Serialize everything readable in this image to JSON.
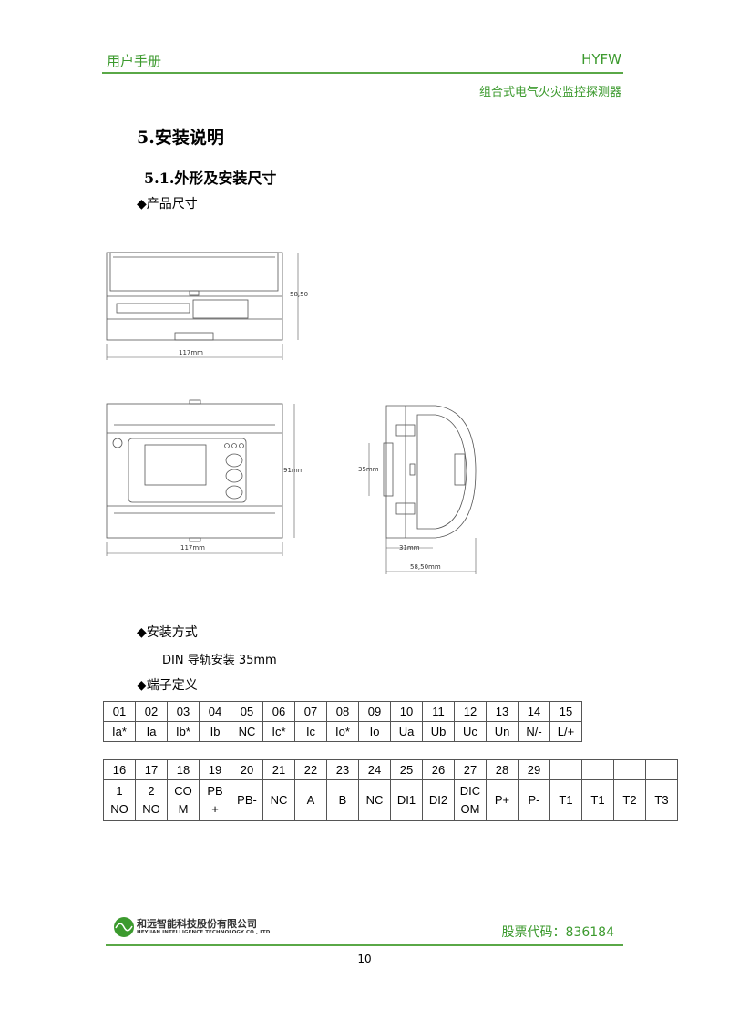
{
  "header": {
    "left": "用户手册",
    "right": "HYFW",
    "subtitle": "组合式电气火灾监控探测器"
  },
  "section": {
    "title": "5.安装说明",
    "subtitle": "5.1.外形及安装尺寸"
  },
  "bullets": {
    "size": "◆产品尺寸",
    "install": "◆安装方式",
    "terminals": "◆端子定义"
  },
  "install_method": "DIN 导轨安装  35mm",
  "drawings": {
    "top_height": "58,50",
    "top_width": "117mm",
    "front_height": "91mm",
    "front_width": "117mm",
    "din_rail": "35mm",
    "side_depth_1": "31mm",
    "side_depth_2": "58,50mm"
  },
  "terminal_table_1": {
    "numbers": [
      "01",
      "02",
      "03",
      "04",
      "05",
      "06",
      "07",
      "08",
      "09",
      "10",
      "11",
      "12",
      "13",
      "14",
      "15"
    ],
    "labels": [
      "Ia*",
      "Ia",
      "Ib*",
      "Ib",
      "NC",
      "Ic*",
      "Ic",
      "Io*",
      "Io",
      "Ua",
      "Ub",
      "Uc",
      "Un",
      "N/-",
      "L/+"
    ]
  },
  "terminal_table_2": {
    "numbers": [
      "16",
      "17",
      "18",
      "19",
      "20",
      "21",
      "22",
      "23",
      "24",
      "25",
      "26",
      "27",
      "28",
      "29",
      "",
      "",
      "",
      ""
    ],
    "labels": [
      [
        "1",
        "NO"
      ],
      [
        "2",
        "NO"
      ],
      [
        "CO",
        "M"
      ],
      [
        "PB",
        "+"
      ],
      [
        "PB-"
      ],
      [
        "NC"
      ],
      [
        "A"
      ],
      [
        "B"
      ],
      [
        "NC"
      ],
      [
        "DI1"
      ],
      [
        "DI2"
      ],
      [
        "DIC",
        "OM"
      ],
      [
        "P+"
      ],
      [
        "P-"
      ],
      [
        "T1"
      ],
      [
        "T1"
      ],
      [
        "T2"
      ],
      [
        "T3"
      ]
    ]
  },
  "footer": {
    "company_cn": "和远智能科技股份有限公司",
    "company_en": "HEYUAN INTELLIGENCE TECHNOLOGY CO., LTD.",
    "stock_code": "股票代码：836184",
    "page_number": "10"
  },
  "colors": {
    "accent": "#3c9a2e",
    "rule": "#5aa847"
  }
}
